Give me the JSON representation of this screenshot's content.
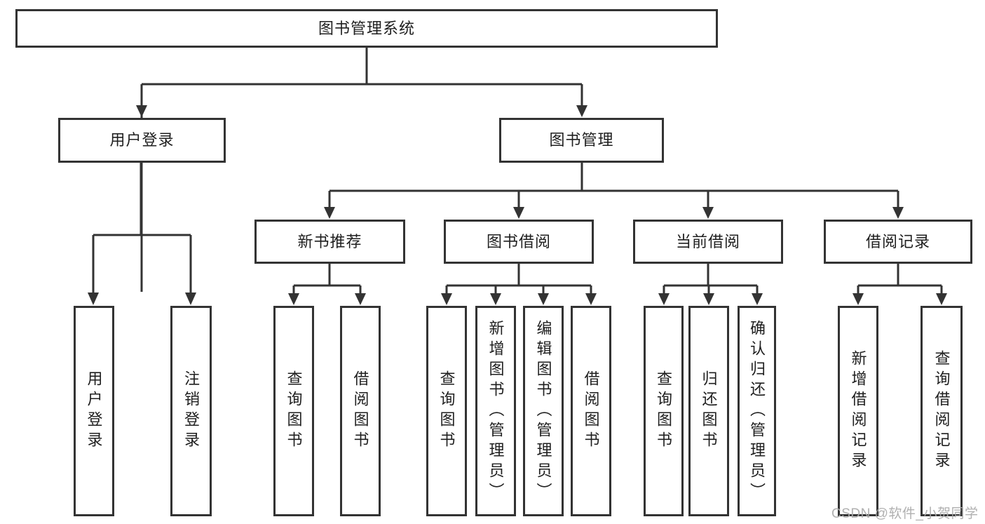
{
  "nodes": {
    "root": "图书管理系统",
    "level2": {
      "user_login_group": "用户登录",
      "book_management": "图书管理"
    },
    "user_login_children": {
      "user_login": "用户登录",
      "logout": "注销登录"
    },
    "book_mgmt_children": {
      "new_book_recommend": "新书推荐",
      "book_borrow": "图书借阅",
      "current_borrow": "当前借阅",
      "borrow_records": "借阅记录"
    },
    "new_book_children": {
      "query_book": "查询图书",
      "borrow_book": "借阅图书"
    },
    "book_borrow_children": {
      "query_book": "查询图书",
      "add_book": "新增图书（管理员）",
      "edit_book": "编辑图书（管理员）",
      "borrow_book": "借阅图书"
    },
    "current_borrow_children": {
      "query_book": "查询图书",
      "return_book": "归还图书",
      "confirm_return": "确认归还（管理员）"
    },
    "borrow_records_children": {
      "add_record": "新增借阅记录",
      "query_record": "查询借阅记录"
    }
  },
  "watermark": {
    "text": "CSDN @软件_小贺同学"
  },
  "colors": {
    "line": "#333333",
    "box_border": "#333333",
    "text": "#1f1f1f",
    "watermark": "#acacac",
    "background": "#ffffff"
  }
}
